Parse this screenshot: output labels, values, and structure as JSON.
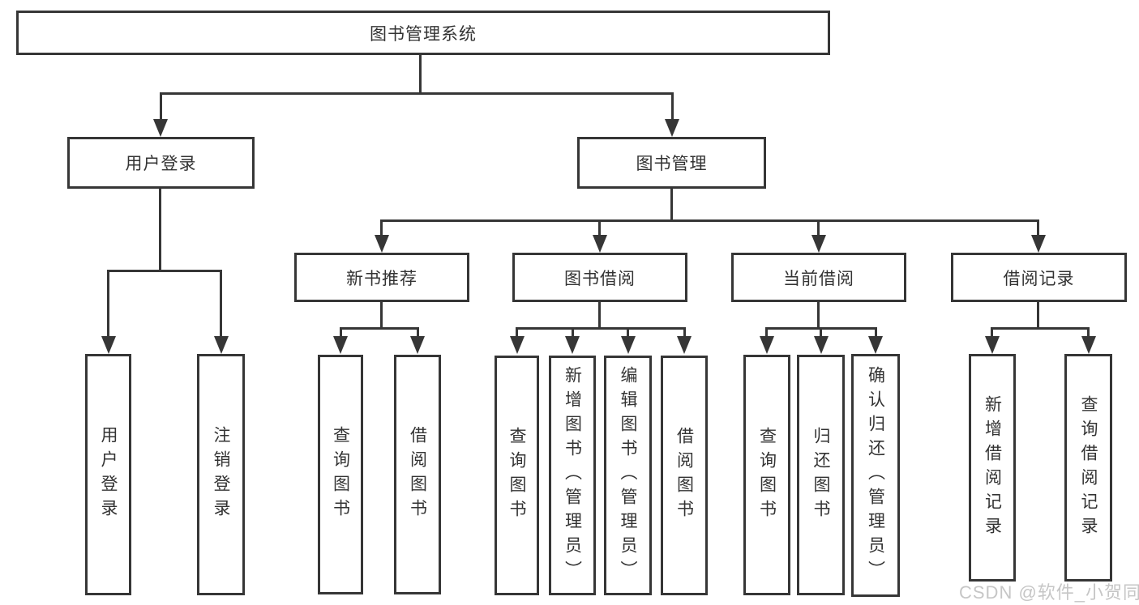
{
  "tree": {
    "label": "图书管理系统",
    "children": [
      {
        "label": "用户登录",
        "children": [
          {
            "label": "用户登录"
          },
          {
            "label": "注销登录"
          }
        ]
      },
      {
        "label": "图书管理",
        "children": [
          {
            "label": "新书推荐",
            "children": [
              {
                "label": "查询图书"
              },
              {
                "label": "借阅图书"
              }
            ]
          },
          {
            "label": "图书借阅",
            "children": [
              {
                "label": "查询图书"
              },
              {
                "label": "新增图书（管理员）"
              },
              {
                "label": "编辑图书（管理员）"
              },
              {
                "label": "借阅图书"
              }
            ]
          },
          {
            "label": "当前借阅",
            "children": [
              {
                "label": "查询图书"
              },
              {
                "label": "归还图书"
              },
              {
                "label": "确认归还（管理员）"
              }
            ]
          },
          {
            "label": "借阅记录",
            "children": [
              {
                "label": "新增借阅记录"
              },
              {
                "label": "查询借阅记录"
              }
            ]
          }
        ]
      }
    ]
  },
  "watermark": {
    "text": "CSDN @软件_小贺同学"
  },
  "colors": {
    "line": "#363636",
    "text": "#333333",
    "watermark": "#c6c6c6",
    "background": "#ffffff"
  }
}
